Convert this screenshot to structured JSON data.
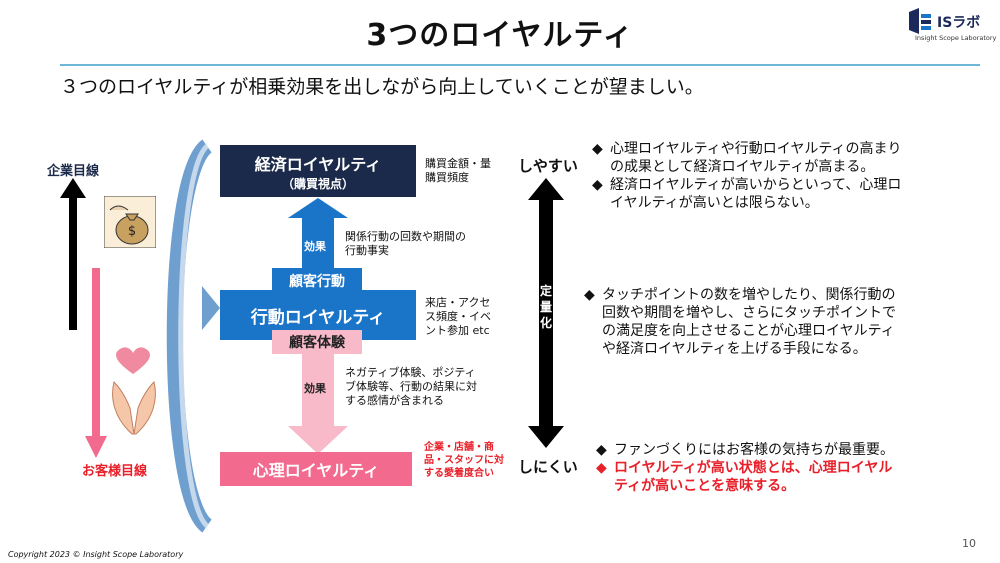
{
  "title": "3つのロイヤルティ",
  "logo": {
    "name": "ISラボ",
    "sub": "Insight Scope Laboratory"
  },
  "subtitle": "３つのロイヤルティが相乗効果を出しながら向上していくことが望ましい。",
  "left": {
    "company_label": "企業目線",
    "customer_label": "お客様目線"
  },
  "boxes": {
    "economic_title": "経済ロイヤルティ",
    "economic_sub": "（購買視点）",
    "economic_note1": "購買金額・量",
    "economic_note2": "購買頻度",
    "effect_upper": "効果",
    "effect_upper_note1": "関係行動の回数や期間の",
    "effect_upper_note2": "行動事実",
    "customer_action": "顧客行動",
    "behavior_title": "行動ロイヤルティ",
    "behavior_note1": "来店・アクセ",
    "behavior_note2": "ス頻度・イベ",
    "behavior_note3": "ント参加 etc",
    "customer_experience": "顧客体験",
    "effect_lower": "効果",
    "effect_lower_note1": "ネガティブ体験、ポジティ",
    "effect_lower_note2": "ブ体験等、行動の結果に対",
    "effect_lower_note3": "する感情が含まれる",
    "psych_title": "心理ロイヤルティ",
    "psych_note1": "企業・店舗・商",
    "psych_note2": "品・スタッフに対",
    "psych_note3": "する愛着度合い"
  },
  "scale": {
    "top": "しやすい",
    "bottom": "しにくい",
    "chars": [
      "定",
      "量",
      "化"
    ]
  },
  "bullets": {
    "b1_l1": "心理ロイヤルティや行動ロイヤルティの高まり",
    "b1_l2": "の成果として経済ロイヤルティが高まる。",
    "b2_l1": "経済ロイヤルティが高いからといって、心理ロ",
    "b2_l2": "イヤルティが高いとは限らない。",
    "b3_l1": "タッチポイントの数を増やしたり、関係行動の",
    "b3_l2": "回数や期間を増やし、さらにタッチポイントで",
    "b3_l3": "の満足度を向上させることが心理ロイヤルティ",
    "b3_l4": "や経済ロイヤルティを上げる手段になる。",
    "b4_l1": "ファンづくりにはお客様の気持ちが最重要。",
    "b5_l1": "ロイヤルティが高い状態とは、心理ロイヤル",
    "b5_l2": "ティが高いことを意味する。",
    "diamond": "◆"
  },
  "footer": {
    "copyright": "Copyright 2023 © Insight Scope Laboratory",
    "page": "10"
  },
  "colors": {
    "navy": "#1b2a4a",
    "blue": "#1a74c8",
    "pink": "#f26a8d",
    "pale_pink": "#f8b9c9",
    "red": "#e8202a"
  }
}
